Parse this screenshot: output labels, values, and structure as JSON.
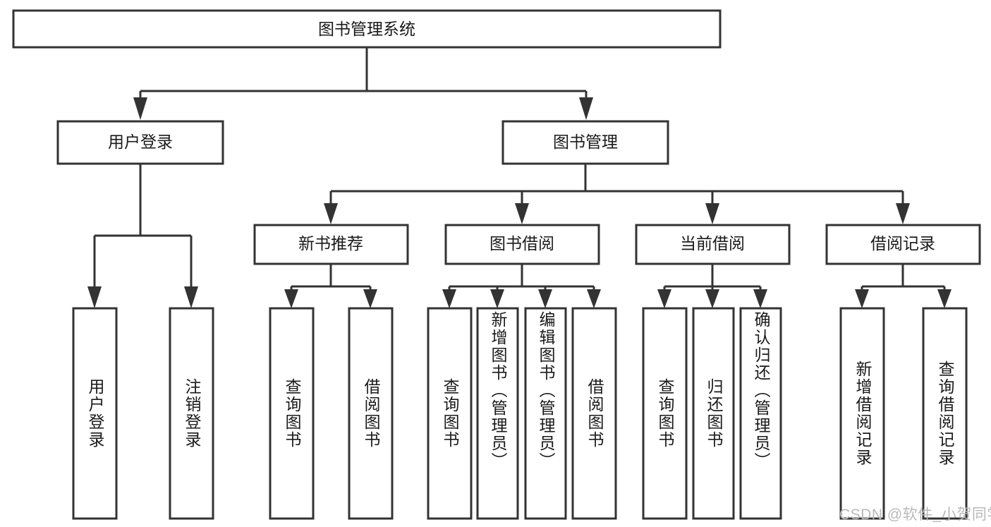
{
  "diagram": {
    "title": "图书管理系统",
    "type": "tree-hierarchy",
    "watermark": "CSDN @软件_小贺同学",
    "colors": {
      "stroke": "#333333",
      "box_fill": "#ffffff",
      "text": "#1a1a1a",
      "background": "#ffffff",
      "watermark": "#b9b9b9"
    },
    "levels": {
      "root": {
        "label": "图书管理系统"
      },
      "level2": [
        {
          "label": "用户登录"
        },
        {
          "label": "图书管理"
        }
      ],
      "level3": [
        {
          "label": "新书推荐",
          "parent": "图书管理"
        },
        {
          "label": "图书借阅",
          "parent": "图书管理"
        },
        {
          "label": "当前借阅",
          "parent": "图书管理"
        },
        {
          "label": "借阅记录",
          "parent": "图书管理"
        }
      ],
      "leaves": [
        {
          "label": "用户登录",
          "parent": "用户登录"
        },
        {
          "label": "注销登录",
          "parent": "用户登录"
        },
        {
          "label": "查询图书",
          "parent": "新书推荐"
        },
        {
          "label": "借阅图书",
          "parent": "新书推荐"
        },
        {
          "label": "查询图书",
          "parent": "图书借阅"
        },
        {
          "label": "新增图书（管理员）",
          "parent": "图书借阅"
        },
        {
          "label": "编辑图书（管理员）",
          "parent": "图书借阅"
        },
        {
          "label": "借阅图书",
          "parent": "图书借阅"
        },
        {
          "label": "查询图书",
          "parent": "当前借阅"
        },
        {
          "label": "归还图书",
          "parent": "当前借阅"
        },
        {
          "label": "确认归还（管理员）",
          "parent": "当前借阅"
        },
        {
          "label": "新增借阅记录",
          "parent": "借阅记录"
        },
        {
          "label": "查询借阅记录",
          "parent": "借阅记录"
        }
      ]
    }
  }
}
